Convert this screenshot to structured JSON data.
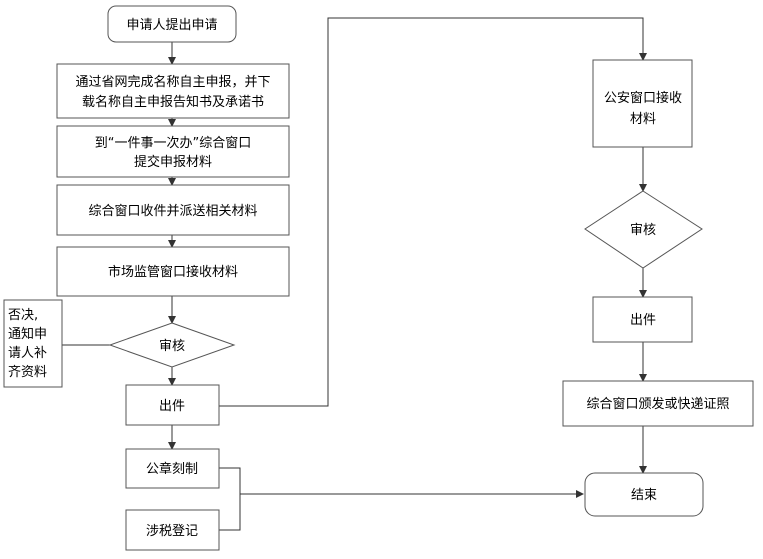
{
  "nodes": {
    "start": "申请人提出申请",
    "online_apply_1": "通过省网完成名称自主申报，并下",
    "online_apply_2": "载名称自主申报告知书及承诺书",
    "submit_1": "到“一件事一次办”综合窗口",
    "submit_2": "提交申报材料",
    "dispatch": "综合窗口收件并派送相关材料",
    "market_receive": "市场监管窗口接收材料",
    "reject_1": "否决,",
    "reject_2": "通知申",
    "reject_3": "请人补",
    "reject_4": "齐资料",
    "review_left": "审核",
    "issue_left": "出件",
    "seal": "公章刻制",
    "tax": "涉税登记",
    "police_receive_1": "公安窗口接收",
    "police_receive_2": "材料",
    "review_right": "审核",
    "issue_right": "出件",
    "deliver": "综合窗口颁发或快递证照",
    "end": "结束"
  }
}
